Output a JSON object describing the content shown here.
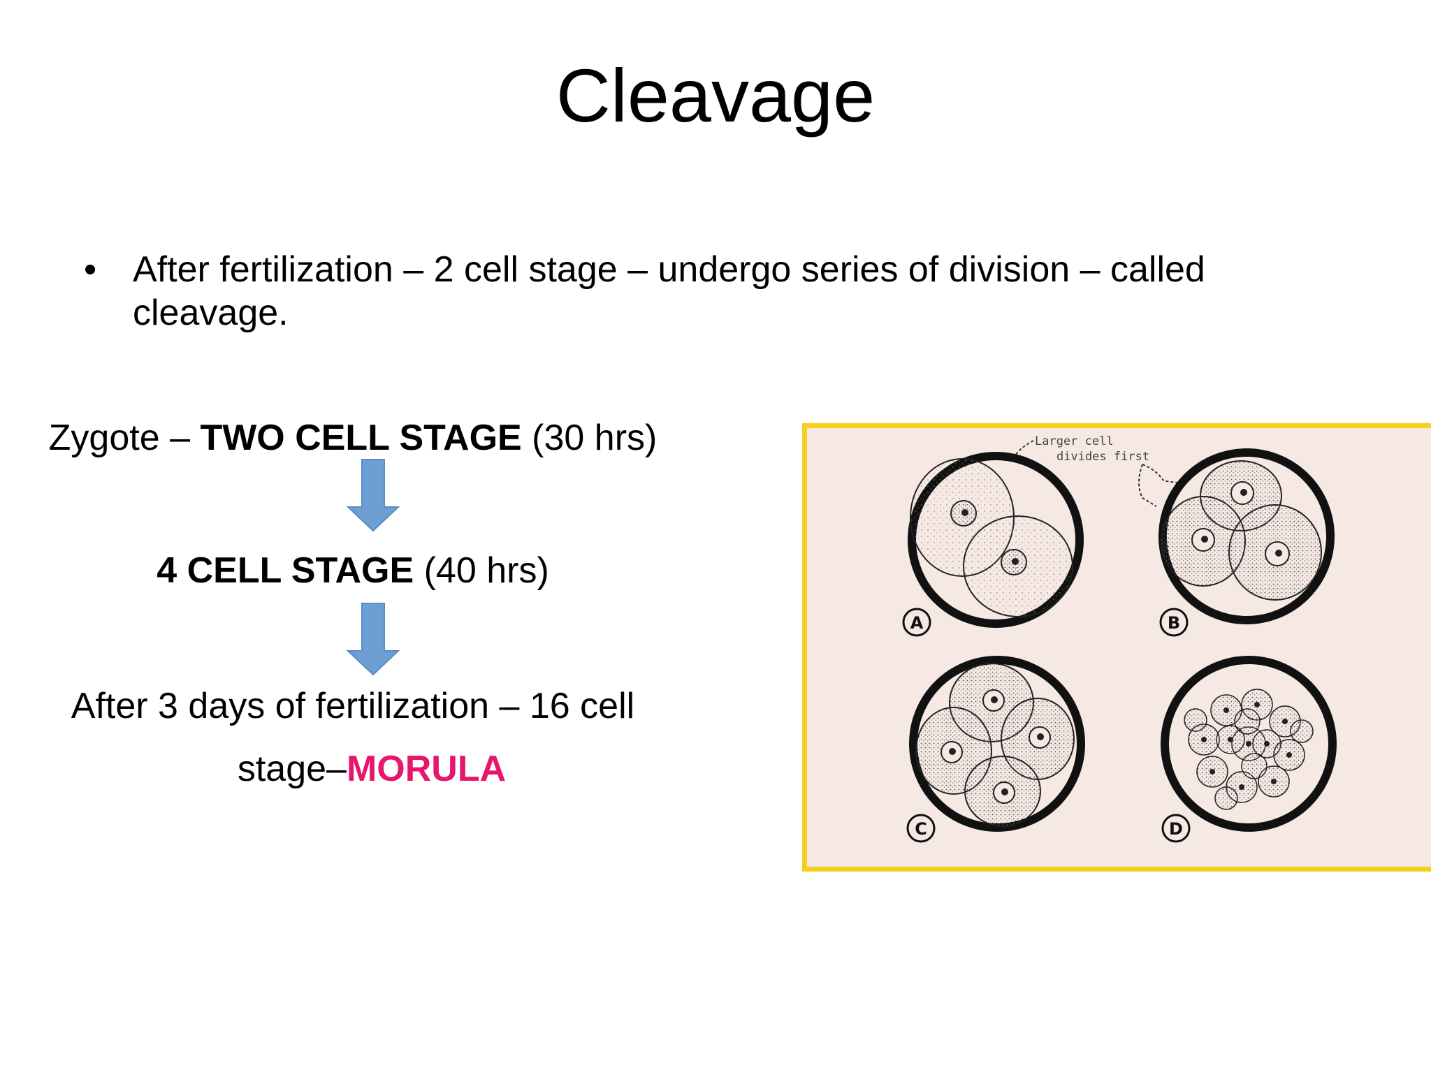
{
  "slide": {
    "title": "Cleavage",
    "bullet": "After fertilization – 2 cell stage – undergo series of division – called cleavage.",
    "flow": {
      "step1_prefix": "Zygote – ",
      "step1_bold": "TWO CELL STAGE",
      "step1_suffix": " (30 hrs)",
      "step2_bold": "4 CELL STAGE",
      "step2_suffix": " (40 hrs)",
      "step3_line1": "After 3 days of fertilization – 16 cell",
      "step3_prefix": "stage–",
      "step3_highlight": "MORULA"
    },
    "figure": {
      "annotation_line1": "Larger cell",
      "annotation_line2": "divides first",
      "panel_labels": [
        "A",
        "B",
        "C",
        "D"
      ]
    },
    "colors": {
      "arrow": "#6e9fd4",
      "highlight": "#e6166e",
      "figure_border": "#f5cf1b",
      "figure_background": "#f6e9e4"
    }
  }
}
